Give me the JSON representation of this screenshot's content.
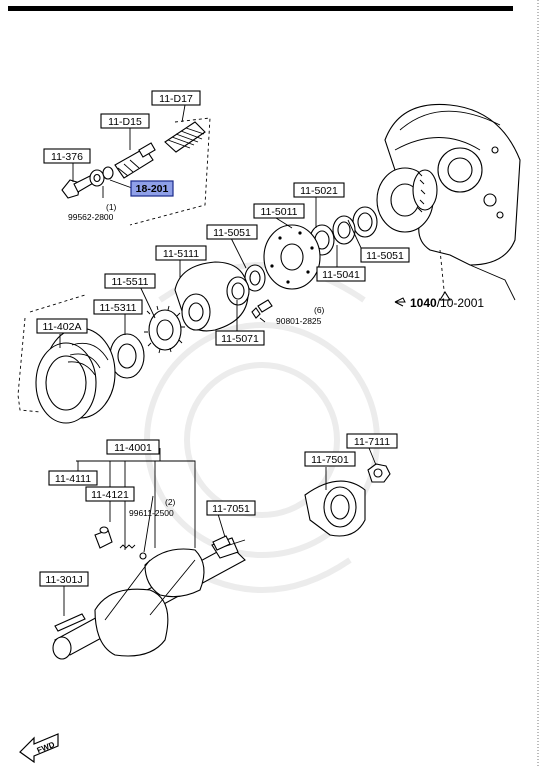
{
  "diagram": {
    "callouts": [
      {
        "id": "d17",
        "text": "11-D17"
      },
      {
        "id": "d15",
        "text": "11-D15"
      },
      {
        "id": "c376",
        "text": "11-376"
      },
      {
        "id": "c18201",
        "text": "18-201",
        "highlight": true
      },
      {
        "id": "c5021",
        "text": "11-5021"
      },
      {
        "id": "c5011",
        "text": "11-5011"
      },
      {
        "id": "c5051a",
        "text": "11-5051"
      },
      {
        "id": "c5111",
        "text": "11-5111"
      },
      {
        "id": "c5511",
        "text": "11-5511"
      },
      {
        "id": "c5051b",
        "text": "11-5051"
      },
      {
        "id": "c5041",
        "text": "11-5041"
      },
      {
        "id": "c5311",
        "text": "11-5311"
      },
      {
        "id": "c402a",
        "text": "11-402A"
      },
      {
        "id": "c5071",
        "text": "11-5071"
      },
      {
        "id": "c4001",
        "text": "11-4001"
      },
      {
        "id": "c4111",
        "text": "11-4111"
      },
      {
        "id": "c4121",
        "text": "11-4121"
      },
      {
        "id": "c7051",
        "text": "11-7051"
      },
      {
        "id": "c301j",
        "text": "11-301J"
      },
      {
        "id": "c7111",
        "text": "11-7111"
      },
      {
        "id": "c7501",
        "text": "11-7501"
      }
    ],
    "std_parts": {
      "p99562_qty": "(1)",
      "p99562": "99562-2800",
      "p90801_qty": "(6)",
      "p90801": "90801-2825",
      "p99611_qty": "(2)",
      "p99611": "99611-2500"
    },
    "reference": {
      "number": "1040",
      "suffix": "/10-2001"
    },
    "fwd_label": "FWD",
    "colors": {
      "highlight_fill": "#8fa0e8",
      "highlight_border": "#1a2a8a"
    }
  }
}
